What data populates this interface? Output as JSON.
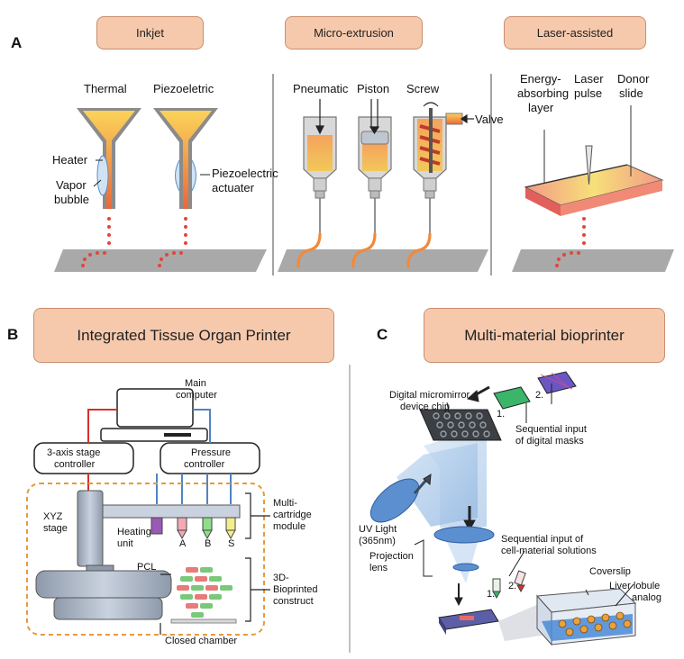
{
  "panels": {
    "a": {
      "letter": "A",
      "categories": [
        "Inkjet",
        "Micro-extrusion",
        "Laser-assisted"
      ],
      "inkjet": {
        "thermal": "Thermal",
        "piezo": "Piezoeletric",
        "heater": "Heater",
        "vapor": "Vapor",
        "bubble": "bubble",
        "piezo_act_1": "Piezoelectric",
        "piezo_act_2": "actuater"
      },
      "extrusion": {
        "pneumatic": "Pneumatic",
        "piston": "Piston",
        "screw": "Screw",
        "valve": "Valve"
      },
      "laser": {
        "energy_1": "Energy-",
        "energy_2": "absorbing",
        "energy_3": "layer",
        "laser_1": "Laser",
        "laser_2": "pulse",
        "donor_1": "Donor",
        "donor_2": "slide"
      }
    },
    "b": {
      "letter": "B",
      "title": "Integrated Tissue Organ Printer",
      "main_computer_1": "Main",
      "main_computer_2": "computer",
      "stage_ctrl_1": "3-axis stage",
      "stage_ctrl_2": "controller",
      "pressure_ctrl_1": "Pressure",
      "pressure_ctrl_2": "controller",
      "xyz_1": "XYZ",
      "xyz_2": "stage",
      "heating_1": "Heating",
      "heating_2": "unit",
      "cart_a": "A",
      "cart_b": "B",
      "cart_s": "S",
      "pcl": "PCL",
      "multi_1": "Multi-",
      "multi_2": "cartridge",
      "multi_3": "module",
      "construct_1": "3D-",
      "construct_2": "Bioprinted",
      "construct_3": "construct",
      "closed_chamber": "Closed chamber"
    },
    "c": {
      "letter": "C",
      "title": "Multi-material bioprinter",
      "dmd_1": "Digital micromirror",
      "dmd_2": "device chip",
      "mask_1": "1.",
      "mask_2": "2.",
      "seq_masks_1": "Sequential input",
      "seq_masks_2": "of digital masks",
      "uv_1": "UV Light",
      "uv_2": "(365nm)",
      "proj_1": "Projection",
      "proj_2": "lens",
      "seq_cells_1": "Sequential input of",
      "seq_cells_2": "cell-material solutions",
      "vial_1": "1.",
      "vial_2": "2.",
      "coverslip": "Coverslip",
      "liver_1": "Liver lobule",
      "liver_2": "analog"
    }
  },
  "colors": {
    "pill_fill": "#f6c9ad",
    "pill_border": "#c98f6f",
    "bioink": "#f08a3c",
    "red_line": "#d9302a",
    "blue_line": "#4f84c4",
    "chamber": "#e59a3a",
    "uv_beam": "#9fc2e8"
  }
}
